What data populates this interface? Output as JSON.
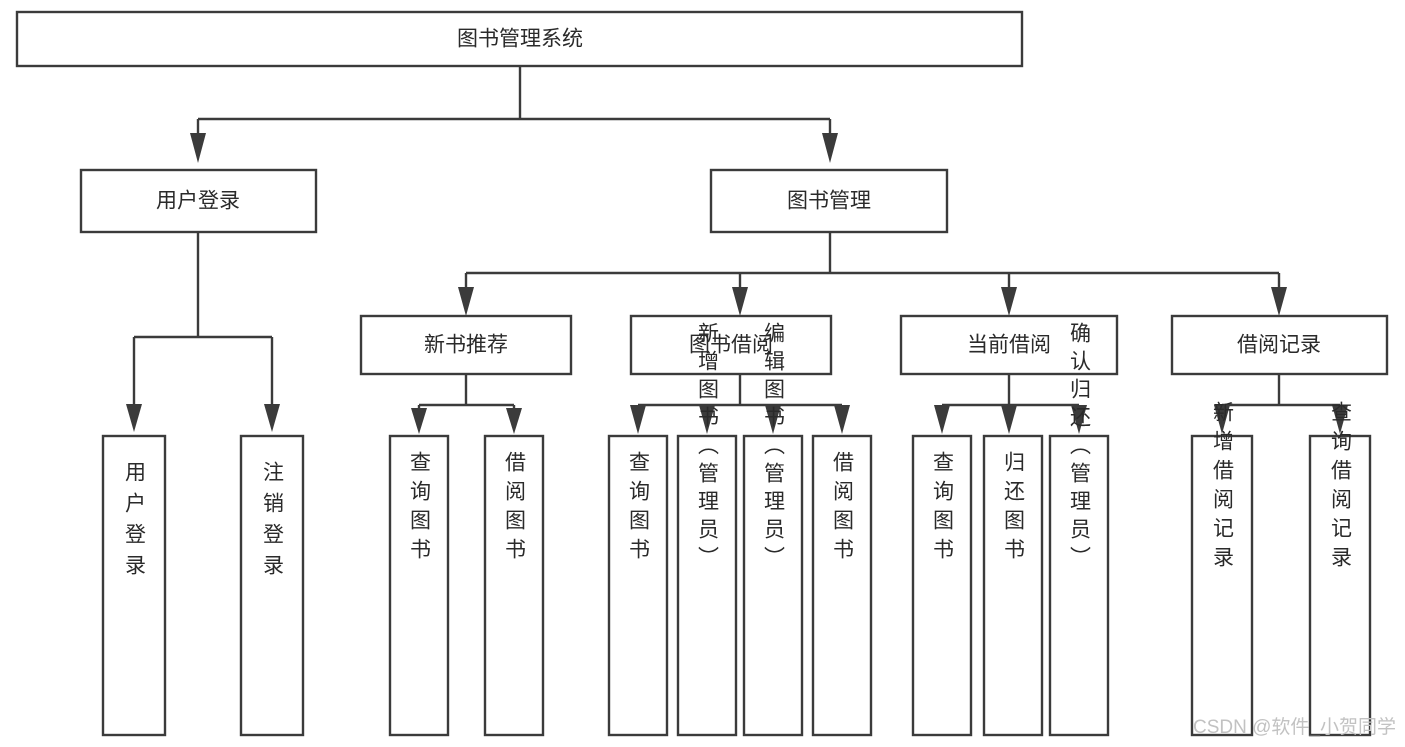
{
  "diagram": {
    "title": "图书管理系统",
    "type": "tree",
    "watermark": "CSDN @软件_小贺同学",
    "colors": {
      "box_stroke": "#3b3b3b",
      "box_fill": "#ffffff",
      "connector": "#3b3b3b",
      "text": "#2a2a2a",
      "watermark": "#c2c2c2",
      "background": "#ffffff"
    },
    "levels": {
      "root": {
        "label": "图书管理系统"
      },
      "level2": [
        {
          "id": "user-login",
          "label": "用户登录"
        },
        {
          "id": "book-manage",
          "label": "图书管理"
        }
      ],
      "level3": [
        {
          "id": "new-book-recommend",
          "label": "新书推荐",
          "parent": "book-manage"
        },
        {
          "id": "book-borrow",
          "label": "图书借阅",
          "parent": "book-manage"
        },
        {
          "id": "current-borrow",
          "label": "当前借阅",
          "parent": "book-manage"
        },
        {
          "id": "borrow-record",
          "label": "借阅记录",
          "parent": "book-manage"
        }
      ],
      "leaves": {
        "user-login": [
          {
            "id": "leaf-user-login",
            "label": "用户登录"
          },
          {
            "id": "leaf-logout-login",
            "label": "注销登录"
          }
        ],
        "new-book-recommend": [
          {
            "id": "leaf-query-book-1",
            "label": "查询图书"
          },
          {
            "id": "leaf-borrow-book-1",
            "label": "借阅图书"
          }
        ],
        "book-borrow": [
          {
            "id": "leaf-query-book-2",
            "label": "查询图书"
          },
          {
            "id": "leaf-add-book",
            "label": "新增图书（管理员）"
          },
          {
            "id": "leaf-edit-book",
            "label": "编辑图书（管理员）"
          },
          {
            "id": "leaf-borrow-book-2",
            "label": "借阅图书"
          }
        ],
        "current-borrow": [
          {
            "id": "leaf-query-book-3",
            "label": "查询图书"
          },
          {
            "id": "leaf-return-book",
            "label": "归还图书"
          },
          {
            "id": "leaf-confirm-return",
            "label": "确认归还（管理员）"
          }
        ],
        "borrow-record": [
          {
            "id": "leaf-add-record",
            "label": "新增借阅记录"
          },
          {
            "id": "leaf-query-record",
            "label": "查询借阅记录"
          }
        ]
      }
    }
  },
  "chart_data": {
    "type": "table",
    "title": "图书管理系统",
    "nodes": [
      {
        "level": 1,
        "label": "图书管理系统",
        "parent": null
      },
      {
        "level": 2,
        "label": "用户登录",
        "parent": "图书管理系统"
      },
      {
        "level": 2,
        "label": "图书管理",
        "parent": "图书管理系统"
      },
      {
        "level": 3,
        "label": "用户登录",
        "parent": "用户登录"
      },
      {
        "level": 3,
        "label": "注销登录",
        "parent": "用户登录"
      },
      {
        "level": 3,
        "label": "新书推荐",
        "parent": "图书管理"
      },
      {
        "level": 3,
        "label": "图书借阅",
        "parent": "图书管理"
      },
      {
        "level": 3,
        "label": "当前借阅",
        "parent": "图书管理"
      },
      {
        "level": 3,
        "label": "借阅记录",
        "parent": "图书管理"
      },
      {
        "level": 4,
        "label": "查询图书",
        "parent": "新书推荐"
      },
      {
        "level": 4,
        "label": "借阅图书",
        "parent": "新书推荐"
      },
      {
        "level": 4,
        "label": "查询图书",
        "parent": "图书借阅"
      },
      {
        "level": 4,
        "label": "新增图书（管理员）",
        "parent": "图书借阅"
      },
      {
        "level": 4,
        "label": "编辑图书（管理员）",
        "parent": "图书借阅"
      },
      {
        "level": 4,
        "label": "借阅图书",
        "parent": "图书借阅"
      },
      {
        "level": 4,
        "label": "查询图书",
        "parent": "当前借阅"
      },
      {
        "level": 4,
        "label": "归还图书",
        "parent": "当前借阅"
      },
      {
        "level": 4,
        "label": "确认归还（管理员）",
        "parent": "当前借阅"
      },
      {
        "level": 4,
        "label": "新增借阅记录",
        "parent": "借阅记录"
      },
      {
        "level": 4,
        "label": "查询借阅记录",
        "parent": "借阅记录"
      }
    ]
  }
}
